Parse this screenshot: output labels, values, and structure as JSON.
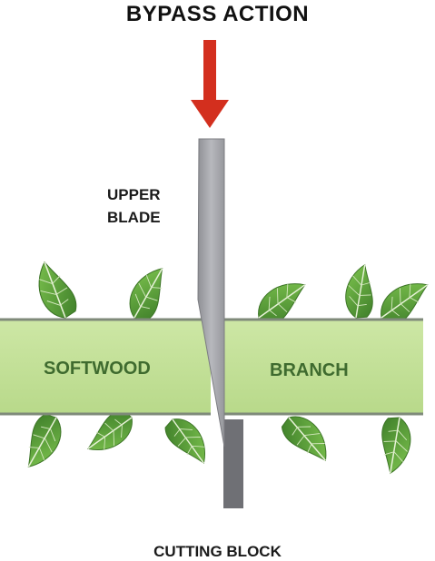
{
  "title": "BYPASS ACTION",
  "labels": {
    "upper_blade_line1": "UPPER",
    "upper_blade_line2": "BLADE",
    "softwood": "SOFTWOOD",
    "branch": "BRANCH",
    "cutting_block": "CUTTING BLOCK"
  },
  "colors": {
    "arrow": "#d32f1e",
    "branch_fill": "#c4e09a",
    "branch_edge": "#7f8a7a",
    "blade": "#a7a8ad",
    "block": "#6f7075",
    "leaf": "#5a9a3a",
    "label_green": "#3f6b2f"
  },
  "icons": [
    "down-arrow-icon",
    "leaf-icon"
  ]
}
